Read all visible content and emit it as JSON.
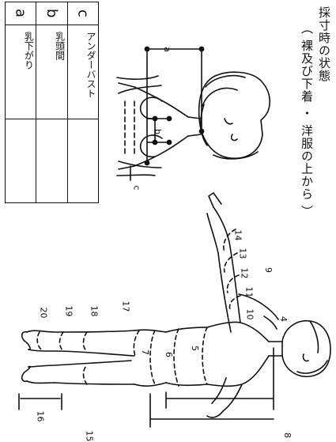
{
  "title": "採寸時の状態",
  "subtitle": "（ 裸及び下着 ・ 洋服の上から ）",
  "legend": [
    {
      "letter": "a",
      "label": "乳下がり"
    },
    {
      "letter": "b",
      "label": "乳頭間"
    },
    {
      "letter": "c",
      "label": "アンダーバスト"
    }
  ],
  "markers": {
    "a": "a",
    "b": "b",
    "c": "c",
    "m4": "4",
    "m5": "5",
    "m6": "6",
    "m7": "7",
    "m8": "8",
    "m9": "9",
    "m10": "10",
    "m11": "11",
    "m12": "12",
    "m13": "13",
    "m14": "14",
    "m15": "15",
    "m16": "16",
    "m17": "17",
    "m18": "18",
    "m19": "19",
    "m20": "20"
  }
}
